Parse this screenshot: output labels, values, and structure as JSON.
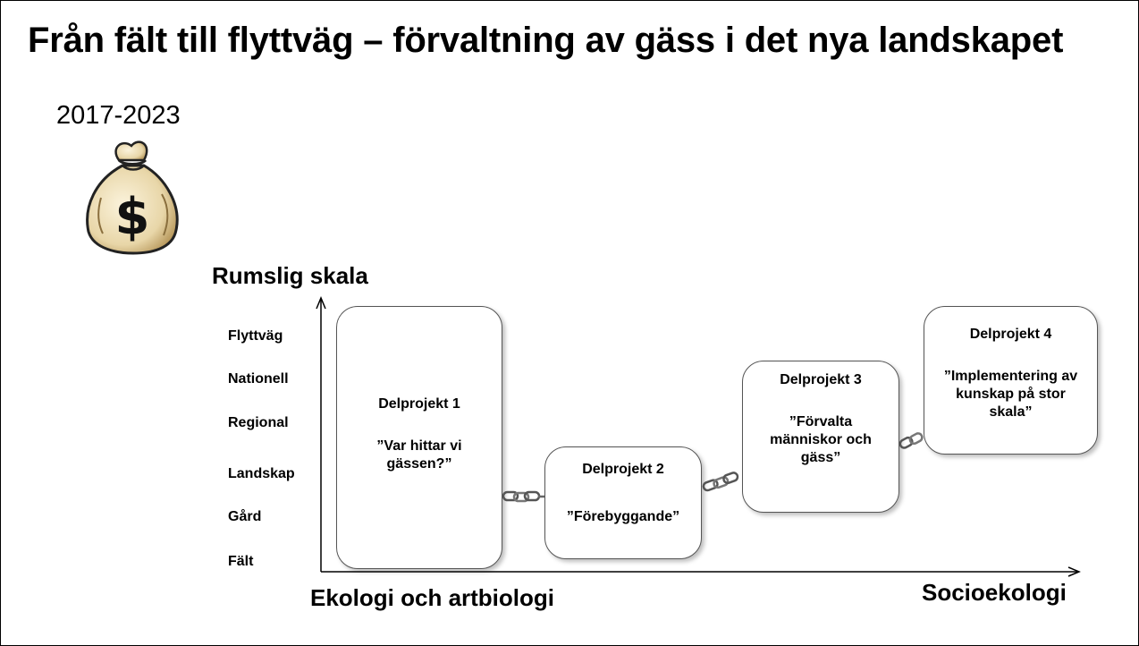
{
  "title": "Från fält till flyttväg – förvaltning av gäss i det nya landskapet",
  "years": "2017-2023",
  "icons": {
    "money_bag": "money-bag-icon",
    "chain": "chain-link-icon"
  },
  "y_axis": {
    "title": "Rumslig skala",
    "ticks": [
      "Flyttväg",
      "Nationell",
      "Regional",
      "Landskap",
      "Gård",
      "Fält"
    ]
  },
  "x_axis": {
    "left_label": "Ekologi och artbiologi",
    "right_label": "Socioekologi"
  },
  "projects": [
    {
      "name": "Delprojekt 1",
      "description": "”Var hittar vi gässen?”"
    },
    {
      "name": "Delprojekt 2",
      "description": "”Förebyggande”"
    },
    {
      "name": "Delprojekt 3",
      "description": "”Förvalta människor och gäss”"
    },
    {
      "name": "Delprojekt 4",
      "description": "”Implementering av kunskap på stor skala”"
    }
  ]
}
